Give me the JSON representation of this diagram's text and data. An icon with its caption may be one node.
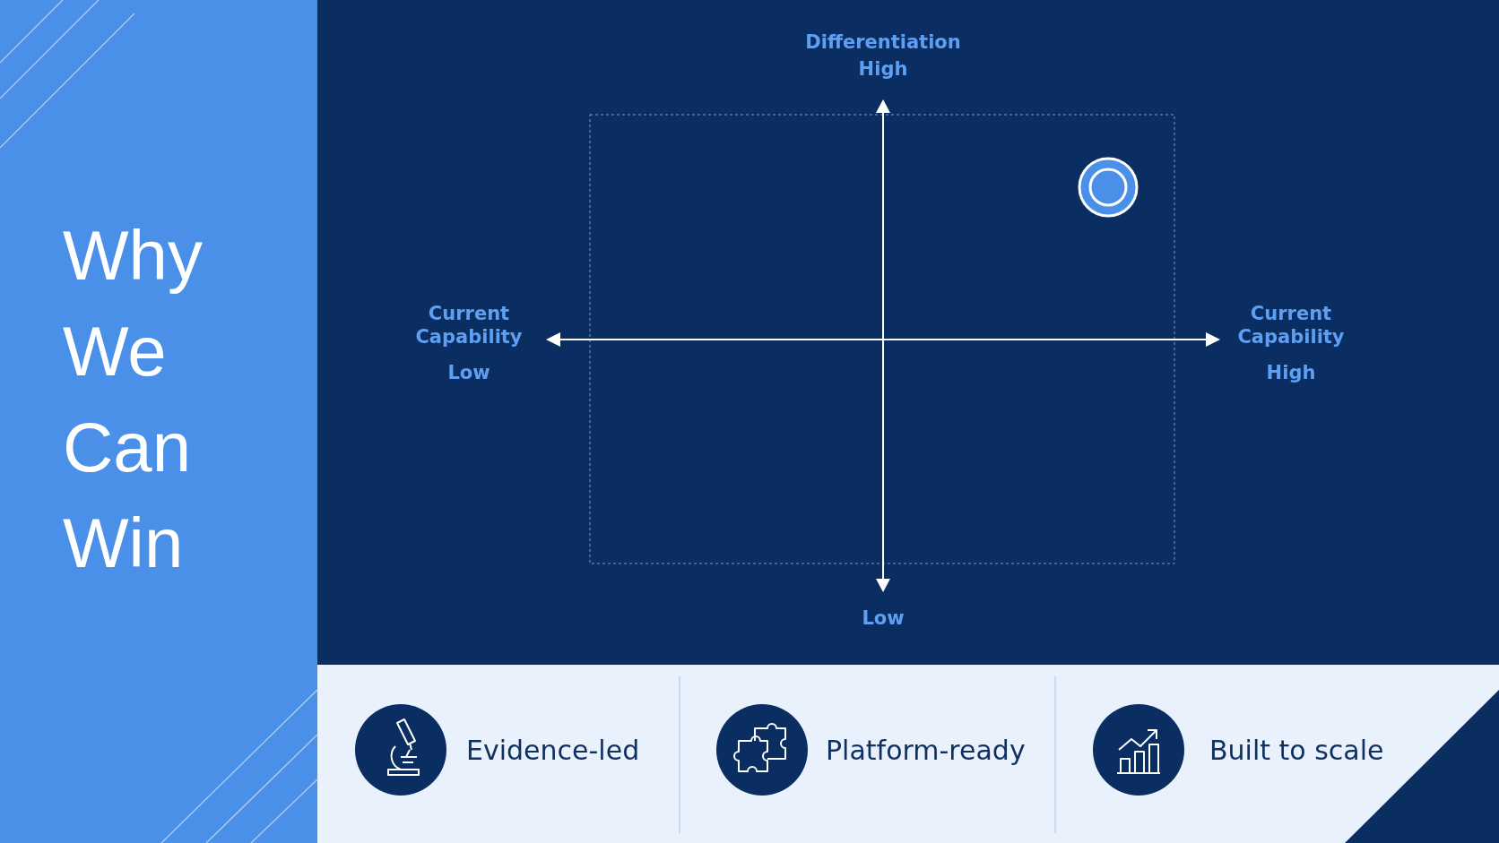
{
  "diagram": {
    "title": "Why We Can Win",
    "labels": [
      "Differentiation",
      "High",
      "Current Capability",
      "Low",
      "Current Capability",
      "High",
      "Low",
      "Evidence-led",
      "Platform-ready",
      "Built to scale"
    ]
  }
}
